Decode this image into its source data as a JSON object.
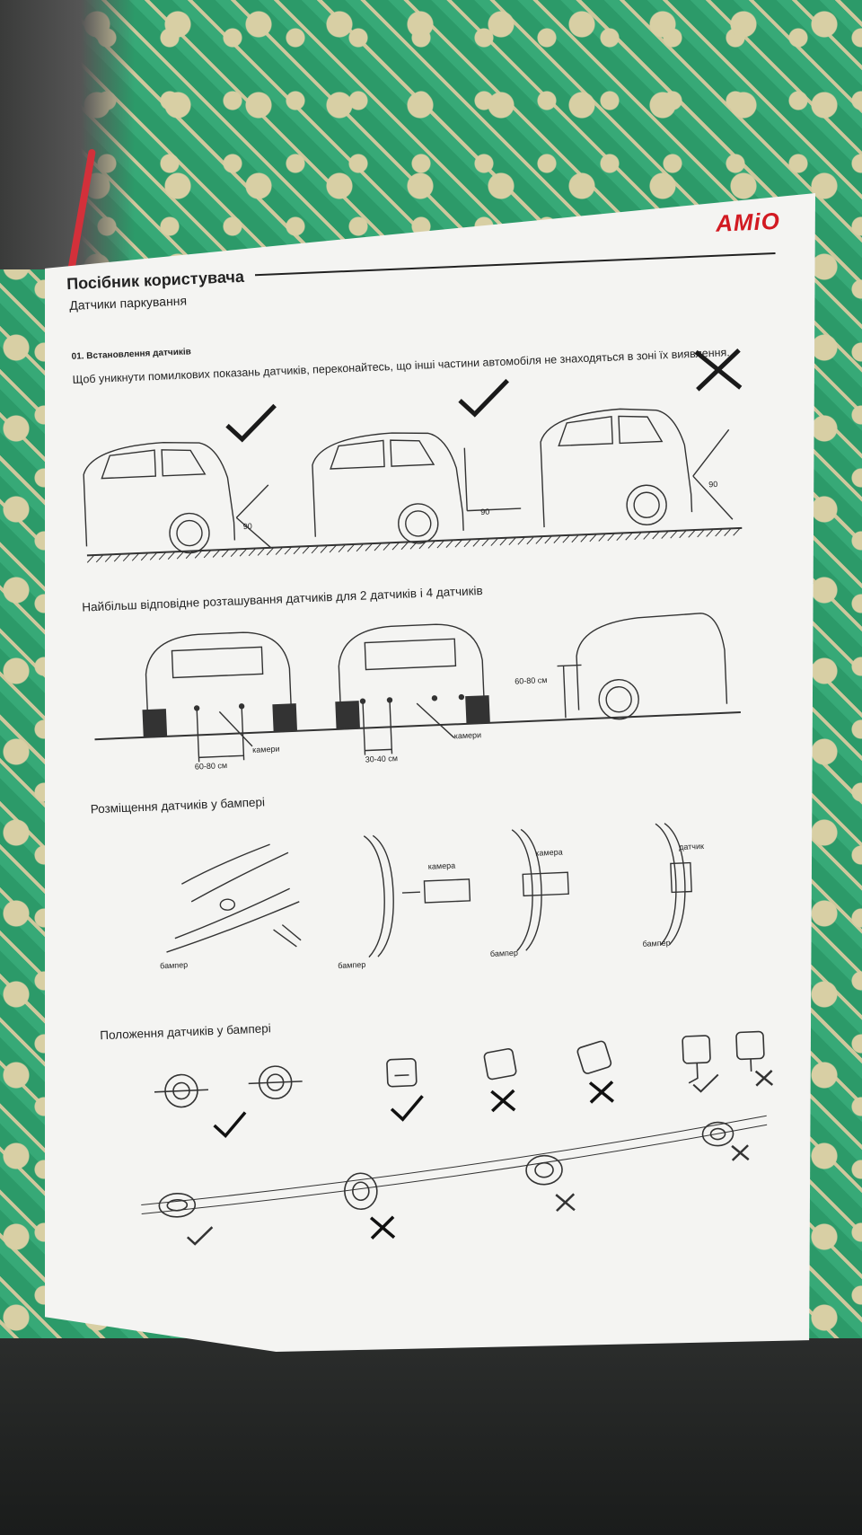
{
  "brand": {
    "logo_text": "AMiO",
    "color": "#d21a22"
  },
  "header": {
    "title": "Посібник користувача",
    "subtitle": "Датчики паркування"
  },
  "installation": {
    "heading": "01. Встановлення датчиків",
    "text": "Щоб уникнути помилкових показань датчиків, переконайтесь, що інші частини автомобіля не знаходяться в зоні їх виявлення.",
    "angle_label": "90",
    "cases": [
      {
        "mark": "check-icon"
      },
      {
        "mark": "check-icon"
      },
      {
        "mark": "cross-icon"
      }
    ]
  },
  "placement": {
    "heading": "Найбільш відповідне розташування датчиків для 2 датчиків і 4 датчиків",
    "spacing_2": "60-80 см",
    "spacing_4": "30-40 см",
    "height": "60-80 см",
    "camera_label": "камери"
  },
  "bumper_mount": {
    "heading": "Розміщення датчиків у бампері",
    "bumper_label": "бампер",
    "camera_label": "камера",
    "sensor_label": "датчик"
  },
  "bumper_position": {
    "heading": "Положення датчиків у бампері"
  }
}
